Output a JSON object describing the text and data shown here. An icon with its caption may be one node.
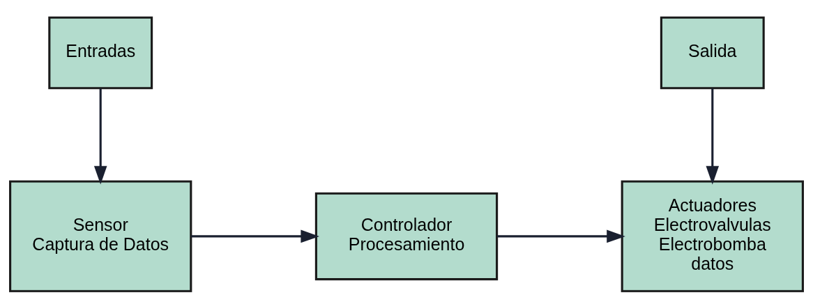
{
  "diagram": {
    "nodes": [
      {
        "text": [
          "Entradas"
        ]
      },
      {
        "text": [
          "Salida"
        ]
      },
      {
        "text": [
          "Sensor",
          "Captura de Datos"
        ]
      },
      {
        "text": [
          "Controlador",
          "Procesamiento"
        ]
      },
      {
        "text": [
          "Actuadores",
          "Electrovalvulas",
          "Electrobomba",
          "datos"
        ]
      }
    ],
    "edges": [
      {
        "from": 0,
        "to": 2,
        "arrow": "to"
      },
      {
        "from": 1,
        "to": 4,
        "arrow": "to"
      },
      {
        "from": 2,
        "to": 3,
        "arrow": "to"
      },
      {
        "from": 3,
        "to": 4,
        "arrow": "to"
      }
    ]
  }
}
